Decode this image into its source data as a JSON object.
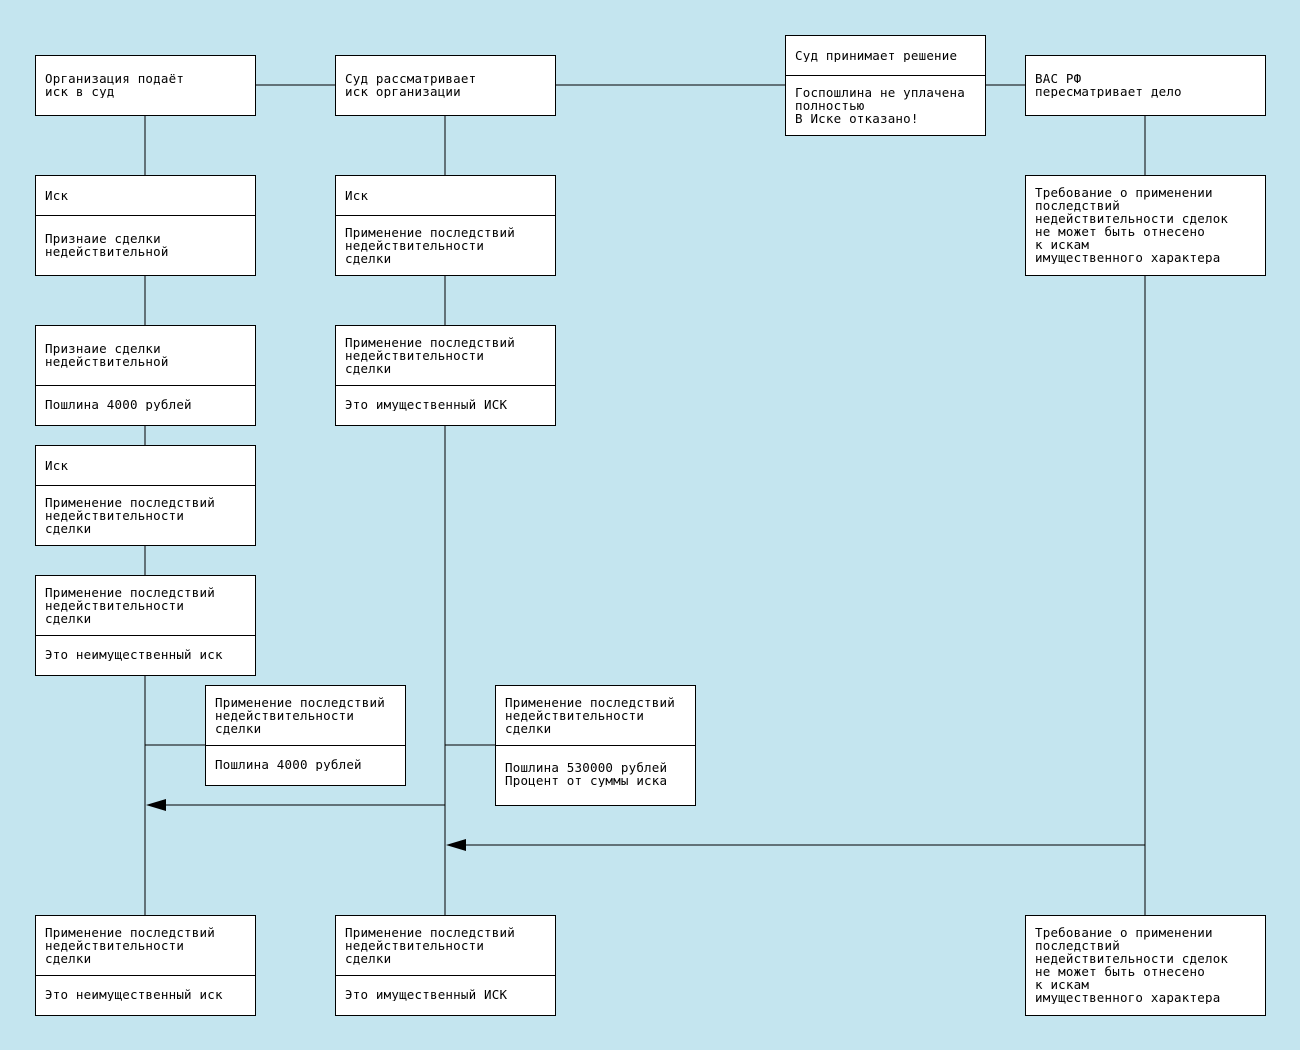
{
  "colors": {
    "background": "#c4e5ef",
    "box_fill": "#ffffff",
    "stroke": "#000000"
  },
  "boxes": {
    "org_submits": {
      "s1": "Организация подаёт\nиск в суд"
    },
    "court_considers": {
      "s1": "Суд рассматривает\nиск организации"
    },
    "court_decides": {
      "s1": "Суд принимает решение",
      "s2": "Госпошлина не уплачена\nполностью\nВ Иске отказано!"
    },
    "vas_reviews": {
      "s1": "ВАС РФ\nпересматривает дело"
    },
    "claim_a": {
      "s1": "Иск",
      "s2": "Признаие сделки\nнедействительной"
    },
    "claim_b": {
      "s1": "Иск",
      "s2": "Применение последствий\nнедействительности\nсделки"
    },
    "vas_requirement_top": {
      "s1": "Требование о применении\nпоследствий\nнедействительности сделок\nне может быть отнесено\nк искам\nимущественного характера"
    },
    "recognition_fee": {
      "s1": "Признаие сделки\nнедействительной",
      "s2": "Пошлина 4000 рублей"
    },
    "consequences_property": {
      "s1": "Применение последствий\nнедействительности\nсделки",
      "s2": "Это имущественный ИСК"
    },
    "claim_c": {
      "s1": "Иск",
      "s2": "Применение последствий\nнедействительности\nсделки"
    },
    "consequences_nonproperty": {
      "s1": "Применение последствий\nнедействительности\nсделки",
      "s2": "Это неимущественный иск"
    },
    "fee_4000": {
      "s1": "Применение последствий\nнедействительности\nсделки",
      "s2": "Пошлина 4000 рублей"
    },
    "fee_530000": {
      "s1": "Применение последствий\nнедействительности\nсделки",
      "s2": "Пошлина 530000 рублей\nПроцент от суммы иска"
    },
    "final_nonproperty": {
      "s1": "Применение последствий\nнедействительности\nсделки",
      "s2": "Это неимущественный иск"
    },
    "final_property": {
      "s1": "Применение последствий\nнедействительности\nсделки",
      "s2": "Это имущественный ИСК"
    },
    "vas_requirement_bottom": {
      "s1": "Требование о применении\nпоследствий\nнедействительности сделок\nне может быть отнесено\nк искам\nимущественного характера"
    }
  }
}
